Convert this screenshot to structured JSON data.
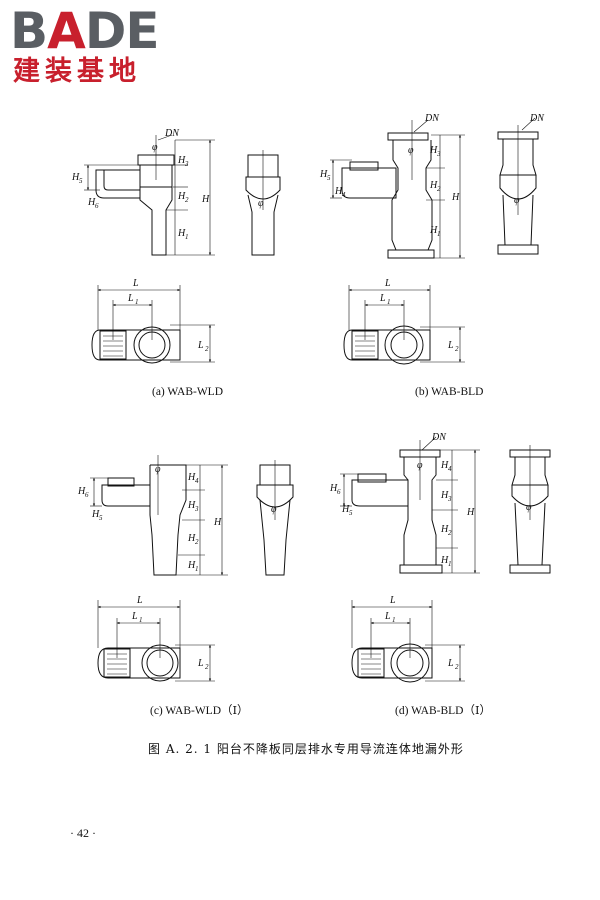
{
  "logo": {
    "brand_before": "B",
    "brand_accent": "A",
    "brand_after": "DE",
    "subtitle": "建装基地",
    "colors": {
      "gray": "#5a5e63",
      "red": "#c8202d"
    }
  },
  "figures": [
    {
      "id": "a",
      "caption": "(a) WAB-WLD"
    },
    {
      "id": "b",
      "caption": "(b) WAB-BLD"
    },
    {
      "id": "c",
      "caption": "(c) WAB-WLD（Ⅰ）"
    },
    {
      "id": "d",
      "caption": "(d) WAB-BLD（Ⅰ）"
    }
  ],
  "labels": {
    "dn": "DN",
    "phi": "φ",
    "H": "H",
    "L": "L",
    "H_letter": "H",
    "L_letter": "L",
    "s1": "1",
    "s2": "2",
    "s3": "3",
    "s4": "4",
    "s5": "5",
    "s6": "6"
  },
  "figure_caption": "图 A. 2. 1    阳台不降板同层排水专用导流连体地漏外形",
  "page_number": "· 42 ·"
}
